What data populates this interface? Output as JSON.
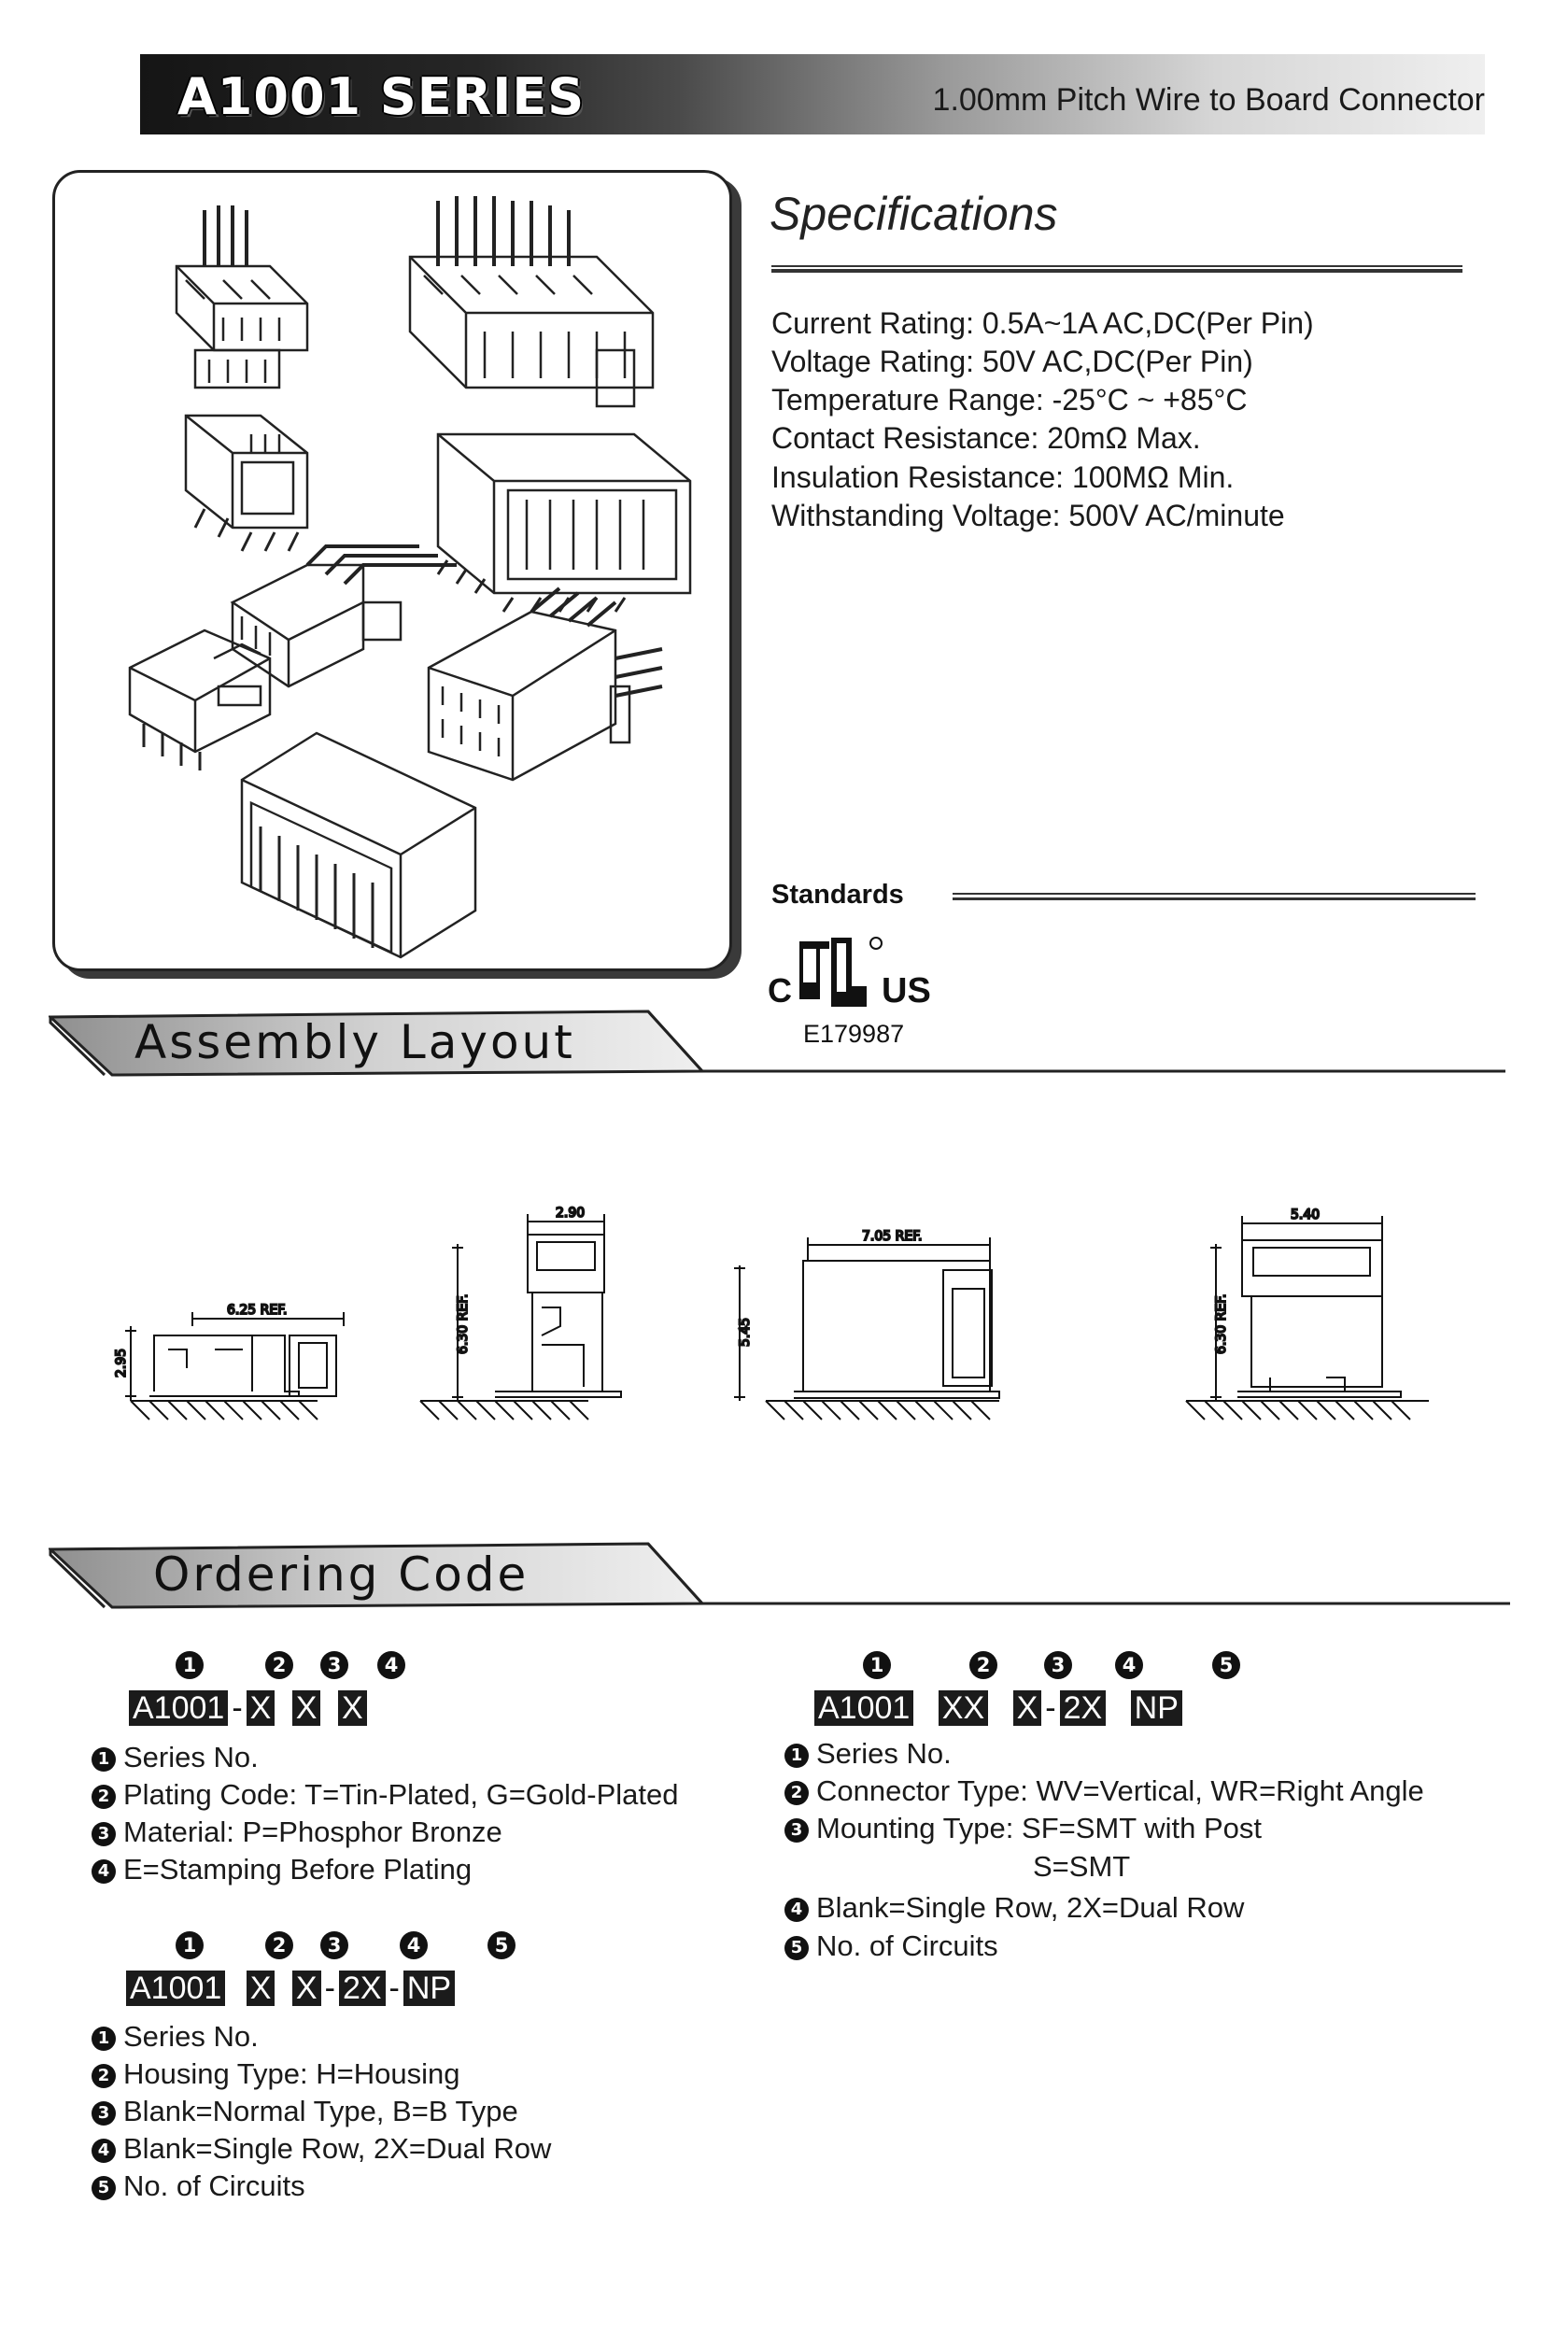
{
  "header": {
    "series_title": "A1001 SERIES",
    "subtitle": "1.00mm Pitch Wire to Board Connector"
  },
  "specifications": {
    "title": "Specifications",
    "items": [
      "Current Rating: 0.5A~1A AC,DC(Per Pin)",
      "Voltage Rating: 50V AC,DC(Per Pin)",
      "Temperature Range: -25°C ~ +85°C",
      "Contact Resistance: 20mΩ Max.",
      "Insulation Resistance: 100MΩ Min.",
      "Withstanding Voltage: 500V AC/minute"
    ]
  },
  "standards": {
    "label": "Standards",
    "mark_left": "C",
    "mark_right": "US",
    "certificate": "E179987"
  },
  "assembly": {
    "title": "Assembly Layout",
    "dims": {
      "d1_width": "6.25 REF.",
      "d1_height": "2.95",
      "d2_width": "2.90",
      "d2_height": "6.30 REF.",
      "d3_width": "7.05 REF.",
      "d3_height": "5.45",
      "d4_width": "5.40",
      "d4_height": "6.30 REF."
    }
  },
  "ordering": {
    "title": "Ordering Code",
    "code1": {
      "nums": [
        "1",
        "2",
        "3",
        "4"
      ],
      "parts": [
        "A1001",
        "-",
        "X",
        "X",
        "X"
      ],
      "items": [
        {
          "n": "1",
          "text": "Series No."
        },
        {
          "n": "2",
          "text": "Plating Code: T=Tin-Plated, G=Gold-Plated"
        },
        {
          "n": "3",
          "text": "Material: P=Phosphor Bronze"
        },
        {
          "n": "4",
          "text": "E=Stamping Before Plating"
        }
      ]
    },
    "code2": {
      "nums": [
        "1",
        "2",
        "3",
        "4",
        "5"
      ],
      "parts": [
        "A1001",
        "X",
        "X",
        "-",
        "2X",
        "-",
        "NP"
      ],
      "items": [
        {
          "n": "1",
          "text": "Series No."
        },
        {
          "n": "2",
          "text": "Housing Type: H=Housing"
        },
        {
          "n": "3",
          "text": "Blank=Normal Type, B=B Type"
        },
        {
          "n": "4",
          "text": "Blank=Single Row, 2X=Dual Row"
        },
        {
          "n": "5",
          "text": "No. of Circuits"
        }
      ]
    },
    "code3": {
      "nums": [
        "1",
        "2",
        "3",
        "4",
        "5"
      ],
      "parts": [
        "A1001",
        "XX",
        "X",
        "-",
        "2X",
        "NP"
      ],
      "items": [
        {
          "n": "1",
          "text": "Series No."
        },
        {
          "n": "2",
          "text": "Connector Type: WV=Vertical, WR=Right Angle"
        },
        {
          "n": "3",
          "text": "Mounting Type: SF=SMT with Post"
        },
        {
          "n": "",
          "text": "S=SMT"
        },
        {
          "n": "4",
          "text": "Blank=Single Row, 2X=Dual Row"
        },
        {
          "n": "5",
          "text": "No. of Circuits"
        }
      ]
    }
  }
}
